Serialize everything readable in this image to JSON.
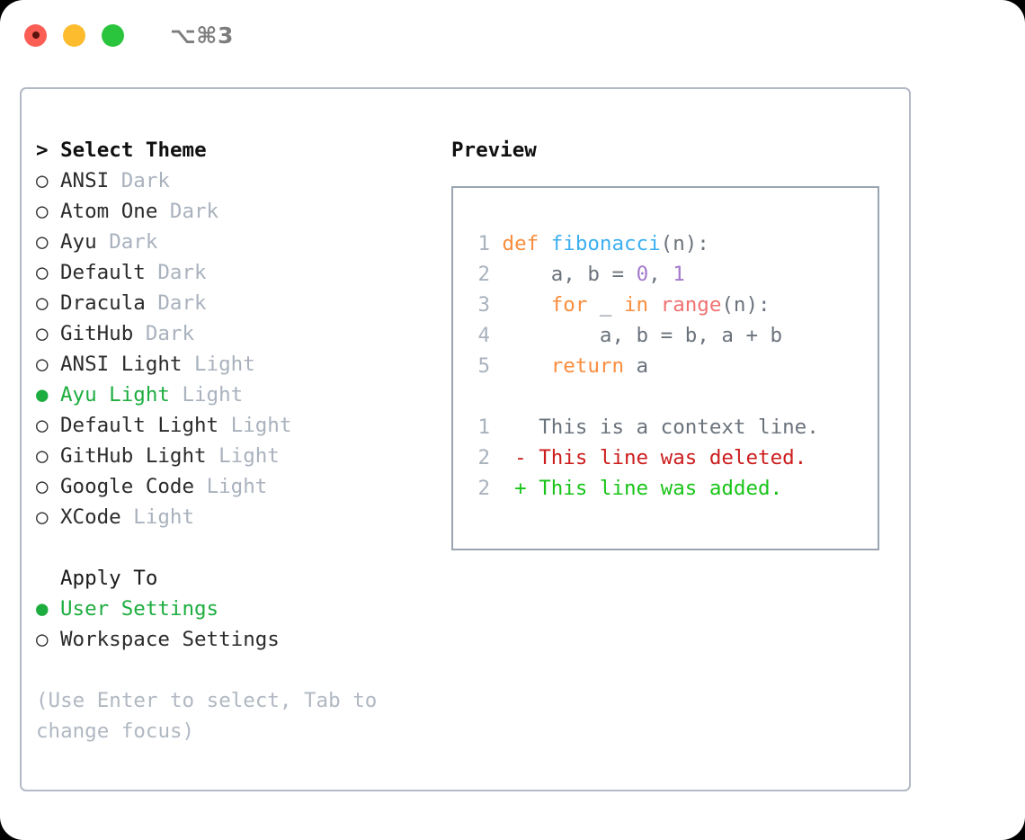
{
  "titlebar": {
    "shortcut": "⌥⌘3",
    "buttons": [
      {
        "name": "close",
        "color": "#fa5e55"
      },
      {
        "name": "minimize",
        "color": "#fcbc2e"
      },
      {
        "name": "maximize",
        "color": "#2ac53d"
      }
    ]
  },
  "left": {
    "theme_section_title": "> Select Theme",
    "themes": [
      {
        "marker": "○",
        "name": "ANSI",
        "kind": "Dark",
        "selected": false
      },
      {
        "marker": "○",
        "name": "Atom One",
        "kind": "Dark",
        "selected": false
      },
      {
        "marker": "○",
        "name": "Ayu",
        "kind": "Dark",
        "selected": false
      },
      {
        "marker": "○",
        "name": "Default",
        "kind": "Dark",
        "selected": false
      },
      {
        "marker": "○",
        "name": "Dracula",
        "kind": "Dark",
        "selected": false
      },
      {
        "marker": "○",
        "name": "GitHub",
        "kind": "Dark",
        "selected": false
      },
      {
        "marker": "○",
        "name": "ANSI Light",
        "kind": "Light",
        "selected": false
      },
      {
        "marker": "●",
        "name": "Ayu Light",
        "kind": "Light",
        "selected": true
      },
      {
        "marker": "○",
        "name": "Default Light",
        "kind": "Light",
        "selected": false
      },
      {
        "marker": "○",
        "name": "GitHub Light",
        "kind": "Light",
        "selected": false
      },
      {
        "marker": "○",
        "name": "Google Code",
        "kind": "Light",
        "selected": false
      },
      {
        "marker": "○",
        "name": "XCode",
        "kind": "Light",
        "selected": false
      }
    ],
    "apply_section_title": "Apply To",
    "apply_options": [
      {
        "marker": "●",
        "name": "User Settings",
        "selected": true
      },
      {
        "marker": "○",
        "name": "Workspace Settings",
        "selected": false
      }
    ],
    "hint": "(Use Enter to select, Tab to change focus)"
  },
  "right": {
    "preview_title": "Preview",
    "code_lines": [
      {
        "n": "1",
        "tokens": [
          {
            "t": "def",
            "c": "kw"
          },
          {
            "t": " ",
            "c": "plain"
          },
          {
            "t": "fibonacci",
            "c": "fn"
          },
          {
            "t": "(n):",
            "c": "punct"
          }
        ]
      },
      {
        "n": "2",
        "tokens": [
          {
            "t": "    a, b = ",
            "c": "plain"
          },
          {
            "t": "0",
            "c": "num"
          },
          {
            "t": ", ",
            "c": "plain"
          },
          {
            "t": "1",
            "c": "num"
          }
        ]
      },
      {
        "n": "3",
        "tokens": [
          {
            "t": "    ",
            "c": "plain"
          },
          {
            "t": "for",
            "c": "kw"
          },
          {
            "t": " _ ",
            "c": "plain"
          },
          {
            "t": "in",
            "c": "kw"
          },
          {
            "t": " ",
            "c": "plain"
          },
          {
            "t": "range",
            "c": "call"
          },
          {
            "t": "(n):",
            "c": "punct"
          }
        ]
      },
      {
        "n": "4",
        "tokens": [
          {
            "t": "        a, b = b, a + b",
            "c": "plain"
          }
        ]
      },
      {
        "n": "5",
        "tokens": [
          {
            "t": "    ",
            "c": "plain"
          },
          {
            "t": "return",
            "c": "kw"
          },
          {
            "t": " a",
            "c": "plain"
          }
        ]
      }
    ],
    "diff_lines": [
      {
        "n": "1",
        "sign": " ",
        "text": "This is a context line.",
        "kind": "ctx"
      },
      {
        "n": "2",
        "sign": "-",
        "text": "This line was deleted.",
        "kind": "del"
      },
      {
        "n": "2",
        "sign": "+",
        "text": "This line was added.",
        "kind": "add"
      }
    ]
  },
  "colors": {
    "accent_green": "#1dad3f",
    "muted": "#a9b2bd",
    "border": "#b3bac6",
    "preview_border": "#9aa5b1",
    "kw": "#fa8d3e",
    "fn": "#3daff0",
    "call": "#f07171",
    "num": "#a37acc",
    "diff_del": "#cc1d1d",
    "diff_add": "#19c419"
  }
}
